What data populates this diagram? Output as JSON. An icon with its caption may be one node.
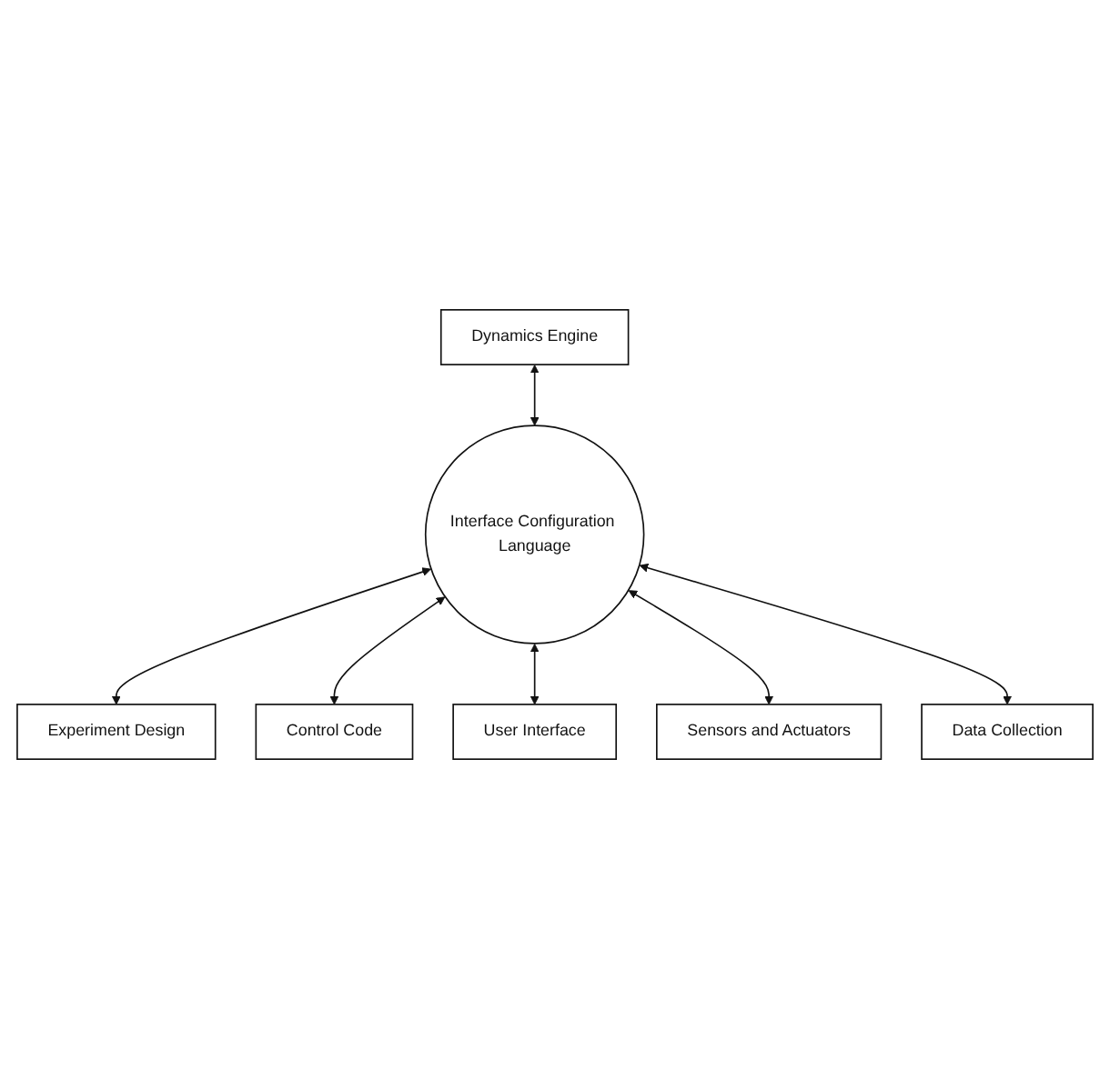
{
  "diagram": {
    "nodes": [
      {
        "text": [
          "Dynamics Engine"
        ]
      },
      {
        "text": [
          "Interface Configuration Language"
        ]
      },
      {
        "text": [
          "Experiment Design"
        ]
      },
      {
        "text": [
          "Control Code"
        ]
      },
      {
        "text": [
          "User Interface"
        ]
      },
      {
        "text": [
          "Sensors and Actuators"
        ]
      },
      {
        "text": [
          "Data Collection"
        ]
      }
    ],
    "edges": [
      {
        "from": 0,
        "to": 1,
        "arrow": "both"
      },
      {
        "from": 1,
        "to": 2,
        "arrow": "both"
      },
      {
        "from": 1,
        "to": 3,
        "arrow": "both"
      },
      {
        "from": 1,
        "to": 4,
        "arrow": "both"
      },
      {
        "from": 1,
        "to": 5,
        "arrow": "both"
      },
      {
        "from": 1,
        "to": 6,
        "arrow": "both"
      }
    ]
  }
}
